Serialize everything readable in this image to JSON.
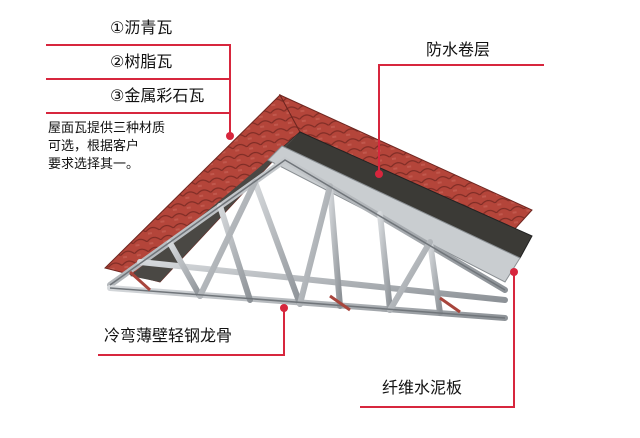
{
  "labels": {
    "tile_asphalt": "①沥青瓦",
    "tile_resin": "②树脂瓦",
    "tile_metal": "③金属彩石瓦",
    "note": "屋面瓦提供三种材质\n可选，根据客户\n要求选择其一。",
    "waterproof": "防水卷层",
    "steel_frame": "冷弯薄壁轻钢龙骨",
    "cement_board": "纤维水泥板"
  },
  "colors": {
    "accent": "#d7263d",
    "tile": "#b4453a",
    "tile_dark": "#7e2c25",
    "membrane": "#3b3a36",
    "board": "#c9cdd0",
    "steel": "#a7acb1"
  }
}
